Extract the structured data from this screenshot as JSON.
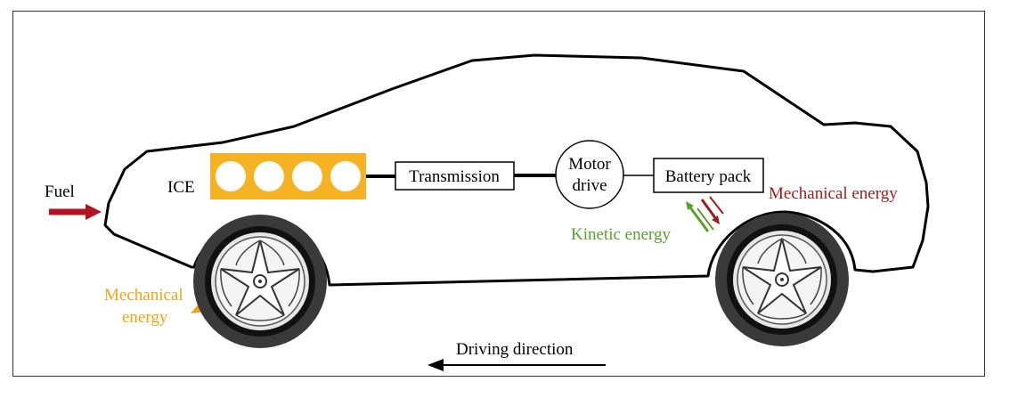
{
  "diagram": {
    "labels": {
      "fuel": "Fuel",
      "ice": "ICE",
      "transmission": "Transmission",
      "motor_line1": "Motor",
      "motor_line2": "drive",
      "battery": "Battery pack",
      "mechanical_energy_right": "Mechanical energy",
      "kinetic_energy": "Kinetic energy",
      "mechanical_energy_left_line1": "Mechanical",
      "mechanical_energy_left_line2": "energy",
      "driving_direction": "Driving direction"
    },
    "colors": {
      "fuel_arrow": "#b3121f",
      "engine_block": "#f5b324",
      "mechanical_right": "#9c1c1c",
      "kinetic": "#5aa02c",
      "mechanical_left": "#f0a318",
      "outline": "#000000"
    }
  }
}
